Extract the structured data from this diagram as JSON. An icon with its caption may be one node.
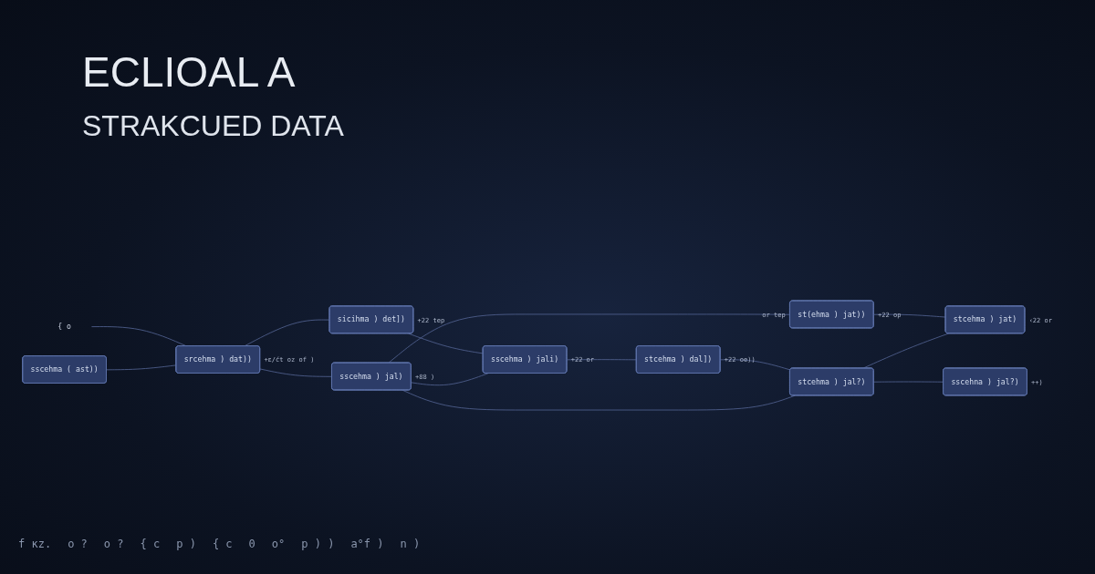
{
  "diagram": {
    "title": "ECLIOAL A",
    "nodes": [
      {
        "text": [
          "sscehma ( ast))"
        ]
      },
      {
        "text": [
          "srcehma ) dat))"
        ],
        "beside": [
          "+ε/ćt oz of )"
        ]
      },
      {
        "text": [
          "sicihma ) det])"
        ],
        "beside": [
          "+22 tep"
        ]
      },
      {
        "text": [
          "sscehma ) jal)"
        ],
        "beside": [
          "+88 )"
        ]
      },
      {
        "text": [
          "sscehma ) jali)"
        ],
        "beside": [
          "+22 or"
        ]
      },
      {
        "text": [
          "stcehma ) dal])"
        ],
        "beside": [
          "+22 oe))"
        ]
      },
      {
        "text": [
          "st(ehma ) jat))"
        ],
        "beside": [
          "or tep",
          "+22 op"
        ]
      },
      {
        "text": [
          "stcehma ) jal?)"
        ]
      },
      {
        "text": [
          "stcehma ) jat)"
        ],
        "beside": [
          "‹22 or"
        ]
      },
      {
        "text": [
          "sscehna ) jal?)"
        ],
        "beside": [
          "++)"
        ]
      },
      {
        "text": [
          "{ o"
        ]
      }
    ],
    "edges": [
      {
        "from": 10,
        "to": 1,
        "arrow": "none"
      },
      {
        "from": 0,
        "to": 1,
        "arrow": "none"
      },
      {
        "from": 1,
        "to": 2,
        "arrow": "none"
      },
      {
        "from": 1,
        "to": 3,
        "arrow": "none"
      },
      {
        "from": 2,
        "to": 4,
        "arrow": "none"
      },
      {
        "from": 3,
        "to": 4,
        "arrow": "none"
      },
      {
        "from": 4,
        "to": 5,
        "arrow": "none"
      },
      {
        "from": 5,
        "to": 7,
        "arrow": "none"
      },
      {
        "from": 3,
        "to": 6,
        "arrow": "none"
      },
      {
        "from": 3,
        "to": 7,
        "arrow": "none"
      },
      {
        "from": 6,
        "to": 8,
        "arrow": "none"
      },
      {
        "from": 7,
        "to": 8,
        "arrow": "none"
      },
      {
        "from": 7,
        "to": 9,
        "arrow": "none"
      }
    ],
    "labels": [
      "STRAKCUED DATA",
      "f ĸz.",
      "o ?",
      "o ?",
      "{ c",
      "p )",
      "{ c",
      "0",
      "o°",
      "p ) )",
      "a°f )",
      "n )"
    ]
  }
}
